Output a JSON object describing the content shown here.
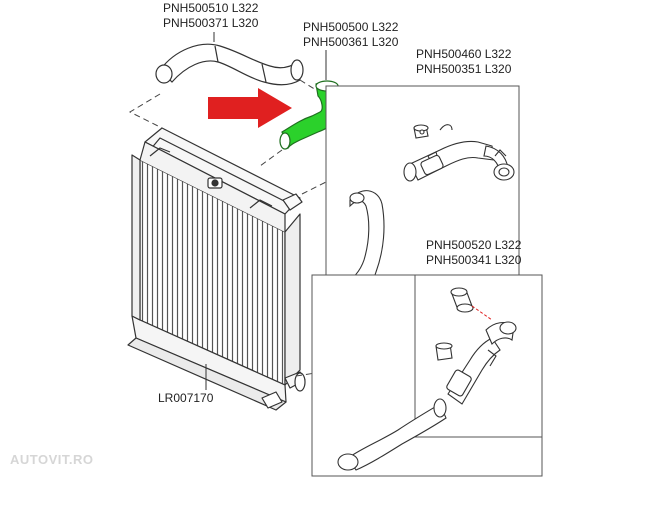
{
  "parts": {
    "hose_top_left": {
      "line1": "PNH500510 L322",
      "line2": "PNH500371 L320"
    },
    "hose_highlighted": {
      "line1": "PNH500500 L322",
      "line2": "PNH500361 L320"
    },
    "hose_right_upper": {
      "line1": "PNH500460 L322",
      "line2": "PNH500351 L320"
    },
    "hose_right_lower": {
      "line1": "PNH500520 L322",
      "line2": "PNH500341 L320"
    },
    "intercooler": {
      "label": "LR007170"
    }
  },
  "watermark": "AUTOVIT.RO",
  "colors": {
    "highlight": "#2bd12b",
    "arrow": "#e02020",
    "line": "#333333"
  },
  "icons": [
    "red-arrow-icon"
  ]
}
